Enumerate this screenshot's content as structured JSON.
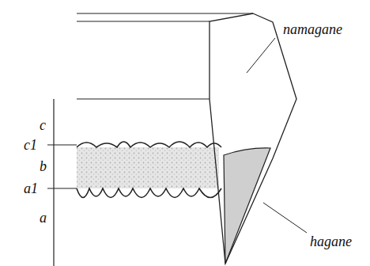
{
  "diagram": {
    "labels": [
      "namagane",
      "hagane",
      "c",
      "c1",
      "b",
      "a1",
      "a"
    ]
  }
}
